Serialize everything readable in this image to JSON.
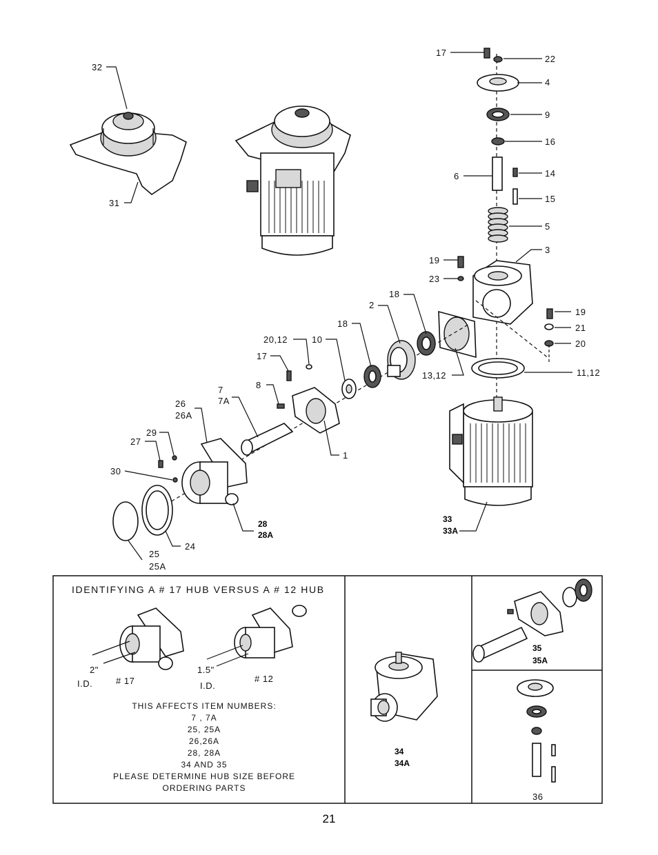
{
  "labels": {
    "l32": "32",
    "l31": "31",
    "l17a": "17",
    "l22": "22",
    "l4": "4",
    "l9": "9",
    "l16": "16",
    "l6": "6",
    "l14": "14",
    "l15": "15",
    "l5": "5",
    "l3": "3",
    "l19a": "19",
    "l23": "23",
    "l19b": "19",
    "l21": "21",
    "l20": "20",
    "l18a": "18",
    "l2": "2",
    "l18b": "18",
    "l10": "10",
    "l2012": "20,12",
    "l17b": "17",
    "l1312": "13,12",
    "l1112": "11,12",
    "l8": "8",
    "l7": "7",
    "l7a": "7A",
    "l26": "26",
    "l26a": "26A",
    "l29": "29",
    "l27": "27",
    "l30": "30",
    "l1": "1",
    "l28": "28",
    "l28a": "28A",
    "l24": "24",
    "l25": "25",
    "l25a": "25A",
    "l33": "33",
    "l33a": "33A"
  },
  "hub_panel": {
    "title": "IDENTIFYING A # 17 HUB VERSUS A # 12 HUB",
    "dim_2": "2\"",
    "id_2": "I.D.",
    "hub17": "# 17",
    "dim_15": "1.5\"",
    "id_15": "I.D.",
    "hub12": "# 12",
    "affects": "THIS AFFECTS ITEM NUMBERS:",
    "items": [
      "7 , 7A",
      "25, 25A",
      "26,26A",
      "28, 28A",
      "34 AND 35"
    ],
    "note1": "PLEASE DETERMINE HUB SIZE BEFORE",
    "note2": "ORDERING PARTS"
  },
  "panel_34": {
    "a": "34",
    "b": "34A"
  },
  "panel_35": {
    "a": "35",
    "b": "35A"
  },
  "panel_36": {
    "a": "36"
  },
  "page_number": "21"
}
